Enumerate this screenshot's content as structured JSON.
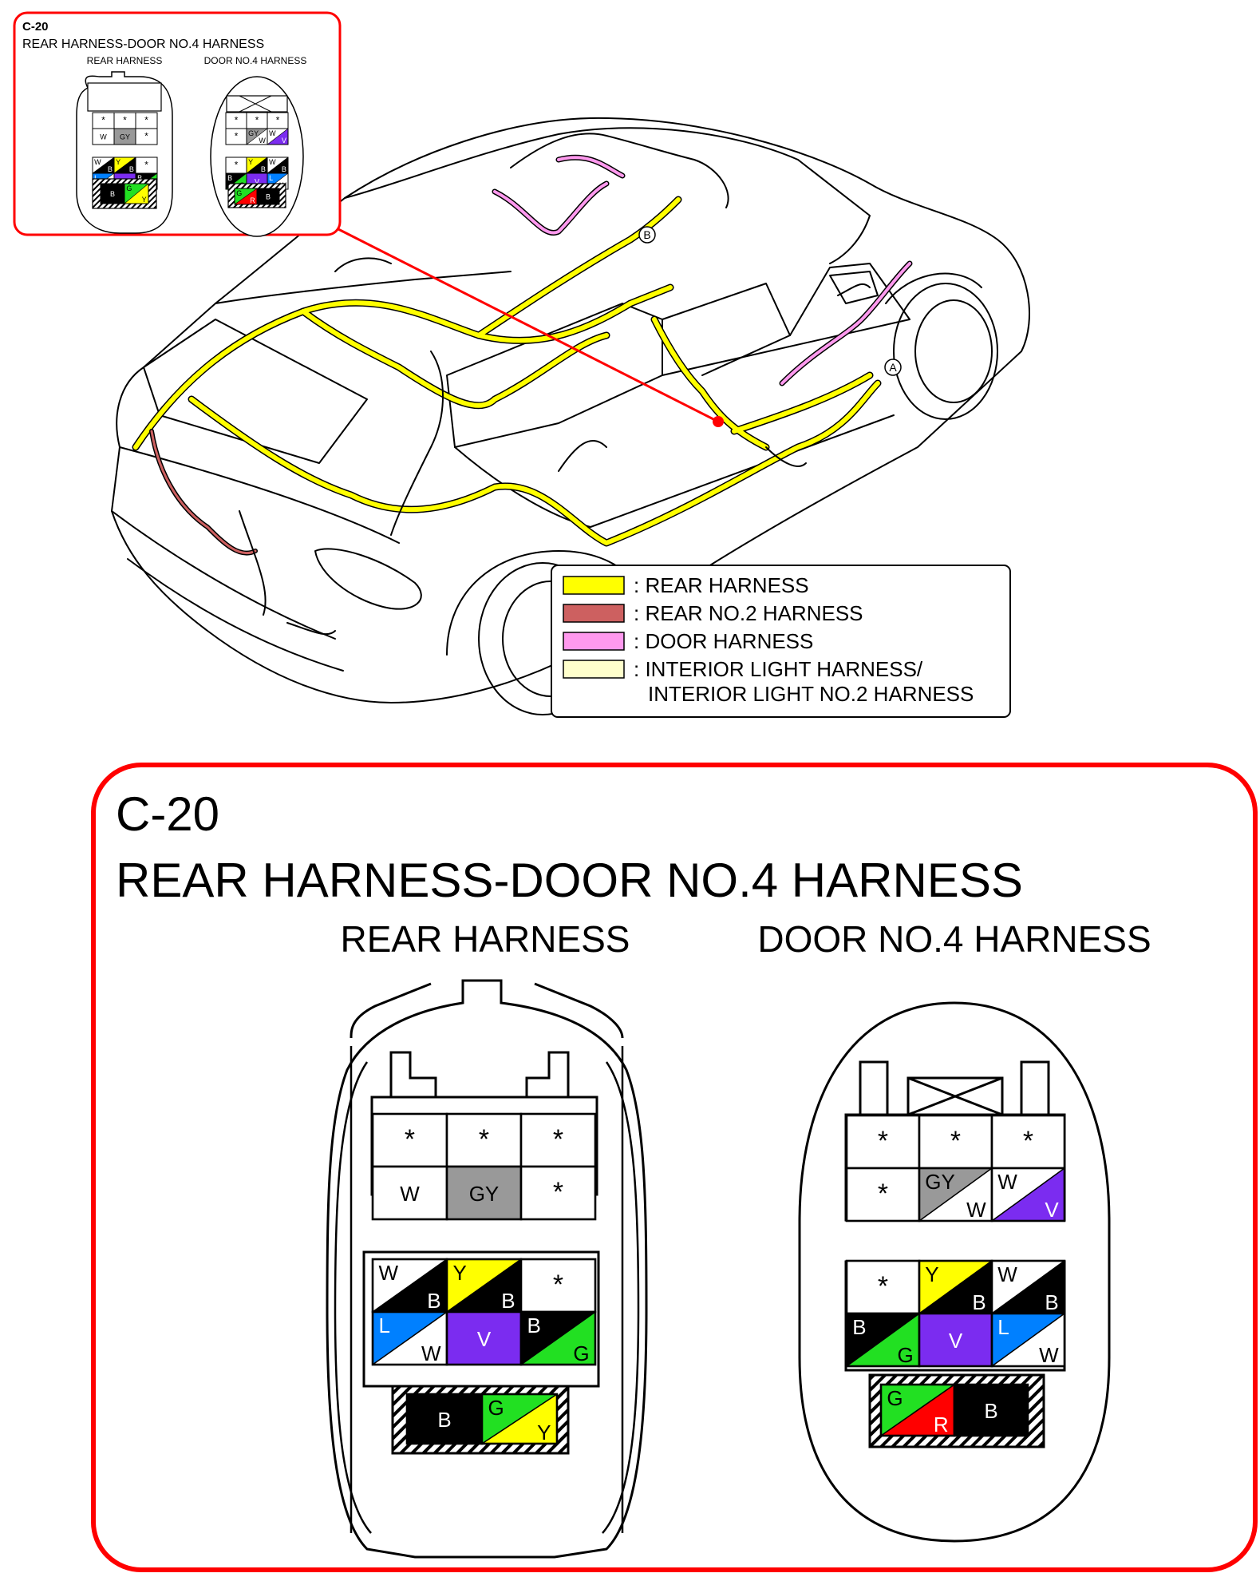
{
  "inset": {
    "connector_id": "C-20",
    "title": "REAR HARNESS-DOOR NO.4 HARNESS",
    "left_label": "REAR HARNESS",
    "right_label": "DOOR NO.4 HARNESS",
    "left_pins": [
      {
        "a": "*",
        "b": "",
        "color": "#ffffff"
      },
      {
        "a": "*",
        "b": "",
        "color": "#ffffff"
      },
      {
        "a": "*",
        "b": "",
        "color": "#ffffff"
      },
      {
        "a": "W",
        "b": "",
        "color": "#ffffff"
      },
      {
        "a": "GY",
        "b": "",
        "color": "#999999"
      },
      {
        "a": "*",
        "b": "",
        "color": "#ffffff"
      },
      {
        "a": "W",
        "b": "B",
        "c1": "#ffffff",
        "c2": "#000000"
      },
      {
        "a": "Y",
        "b": "B",
        "c1": "#ffff00",
        "c2": "#000000"
      },
      {
        "a": "*",
        "b": "",
        "color": "#ffffff"
      },
      {
        "a": "L",
        "b": "W",
        "c1": "#0080ff",
        "c2": "#ffffff"
      },
      {
        "a": "V",
        "b": "",
        "color": "#7b2cf0"
      },
      {
        "a": "B",
        "b": "G",
        "c1": "#000000",
        "c2": "#22e022"
      }
    ],
    "left_bottom": [
      {
        "a": "B",
        "b": "",
        "color": "#000000"
      },
      {
        "a": "G",
        "b": "Y",
        "c1": "#22e022",
        "c2": "#ffff00"
      }
    ],
    "right_pins": [
      {
        "a": "*",
        "b": "",
        "color": "#ffffff"
      },
      {
        "a": "*",
        "b": "",
        "color": "#ffffff"
      },
      {
        "a": "*",
        "b": "",
        "color": "#ffffff"
      },
      {
        "a": "*",
        "b": "",
        "color": "#ffffff"
      },
      {
        "a": "GY",
        "b": "W",
        "c1": "#999999",
        "c2": "#ffffff"
      },
      {
        "a": "W",
        "b": "V",
        "c1": "#ffffff",
        "c2": "#7b2cf0"
      },
      {
        "a": "*",
        "b": "",
        "color": "#ffffff"
      },
      {
        "a": "Y",
        "b": "B",
        "c1": "#ffff00",
        "c2": "#000000"
      },
      {
        "a": "W",
        "b": "B",
        "c1": "#ffffff",
        "c2": "#000000"
      },
      {
        "a": "B",
        "b": "G",
        "c1": "#000000",
        "c2": "#22e022"
      },
      {
        "a": "V",
        "b": "",
        "color": "#7b2cf0"
      },
      {
        "a": "L",
        "b": "W",
        "c1": "#0080ff",
        "c2": "#ffffff"
      }
    ],
    "right_bottom": [
      {
        "a": "G",
        "b": "R",
        "c1": "#22e022",
        "c2": "#ff0000"
      },
      {
        "a": "B",
        "b": "",
        "color": "#000000"
      }
    ]
  },
  "detail": {
    "connector_id": "C-20",
    "title": "REAR HARNESS-DOOR NO.4 HARNESS",
    "left_label": "REAR HARNESS",
    "right_label": "DOOR NO.4 HARNESS"
  },
  "markers": {
    "a": "A",
    "b": "B"
  },
  "legend": {
    "items": [
      {
        "label": ": REAR HARNESS",
        "color": "#ffff00"
      },
      {
        "label": ": REAR NO.2 HARNESS",
        "color": "#cd6060"
      },
      {
        "label": ": DOOR HARNESS",
        "color": "#ff99ee"
      },
      {
        "label": ": INTERIOR LIGHT HARNESS/",
        "color": "#ffffcc"
      }
    ],
    "continuation": "INTERIOR LIGHT NO.2 HARNESS"
  },
  "colors": {
    "frame": "#ff0000",
    "rear_harness": "#ffff00",
    "rear_no2_harness": "#cd6060",
    "door_harness": "#ff99ee",
    "interior_light_harness": "#ffffcc"
  }
}
